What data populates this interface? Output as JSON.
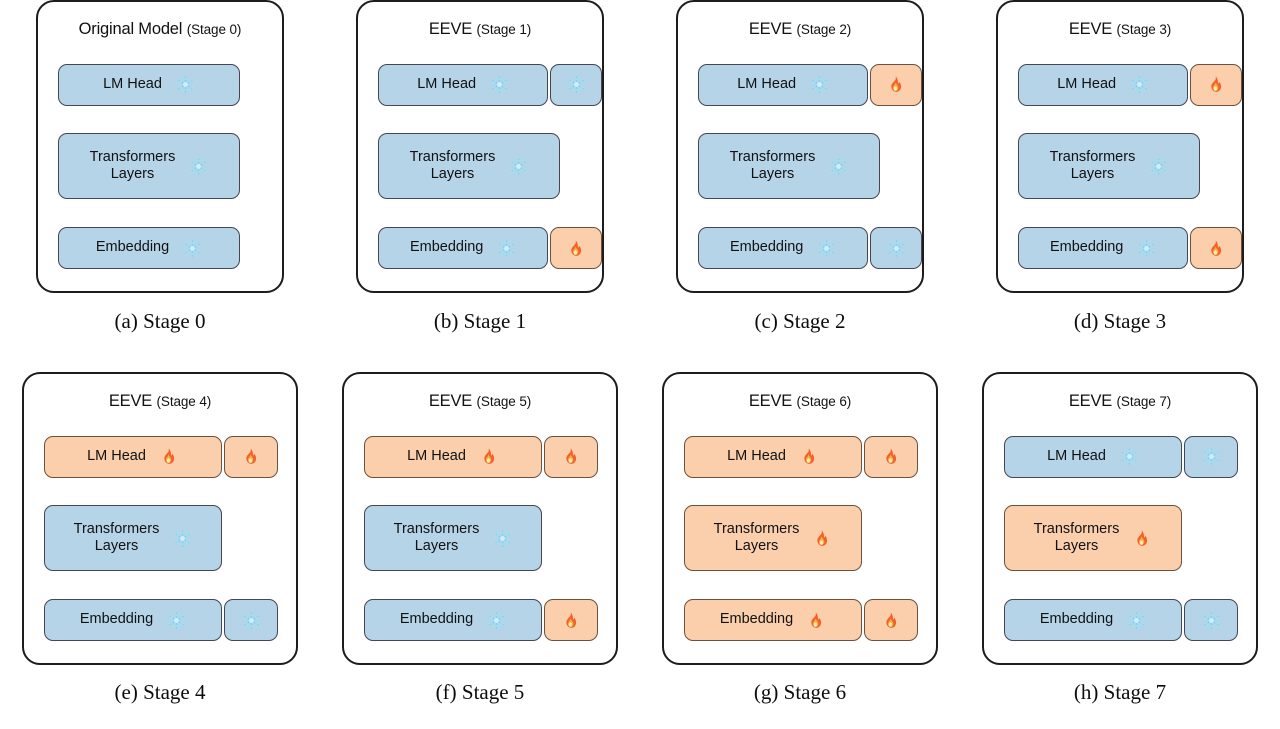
{
  "figure": {
    "title_suffix_format": "(Stage N)",
    "colors": {
      "frozen_fill": "#b6d4e8",
      "frozen_border": "#454553",
      "thawed_fill": "#fbcfab",
      "thawed_border": "#6b5140",
      "panel_border": "#1c1c1c",
      "background": "#ffffff",
      "text": "#111111"
    },
    "icon_names": {
      "frozen": "snowflake-icon",
      "thawed": "flame-icon"
    },
    "layer_labels": {
      "lm_head": "LM Head",
      "transformers_layers": "Transformers\nLayers",
      "embedding": "Embedding"
    },
    "panels": [
      {
        "id": "stage-0",
        "title_main": "Original Model",
        "title_sub": "(Stage 0)",
        "caption": "(a) Stage 0",
        "wide": false,
        "layers": [
          {
            "name": "lm-head",
            "label": "LM Head",
            "tall": false,
            "main": {
              "state": "frozen",
              "icon": "snowflake"
            },
            "side": null
          },
          {
            "name": "transformers-layers",
            "label": "Transformers\nLayers",
            "tall": true,
            "main": {
              "state": "frozen",
              "icon": "snowflake"
            },
            "side": null
          },
          {
            "name": "embedding",
            "label": "Embedding",
            "tall": false,
            "main": {
              "state": "frozen",
              "icon": "snowflake"
            },
            "side": null
          }
        ]
      },
      {
        "id": "stage-1",
        "title_main": "EEVE",
        "title_sub": "(Stage 1)",
        "caption": "(b) Stage 1",
        "wide": false,
        "layers": [
          {
            "name": "lm-head",
            "label": "LM Head",
            "tall": false,
            "main": {
              "state": "frozen",
              "icon": "snowflake"
            },
            "side": {
              "state": "frozen",
              "icon": "snowflake"
            }
          },
          {
            "name": "transformers-layers",
            "label": "Transformers\nLayers",
            "tall": true,
            "main": {
              "state": "frozen",
              "icon": "snowflake"
            },
            "side": null
          },
          {
            "name": "embedding",
            "label": "Embedding",
            "tall": false,
            "main": {
              "state": "frozen",
              "icon": "snowflake"
            },
            "side": {
              "state": "thawed",
              "icon": "flame"
            }
          }
        ]
      },
      {
        "id": "stage-2",
        "title_main": "EEVE",
        "title_sub": "(Stage 2)",
        "caption": "(c) Stage 2",
        "wide": false,
        "layers": [
          {
            "name": "lm-head",
            "label": "LM Head",
            "tall": false,
            "main": {
              "state": "frozen",
              "icon": "snowflake"
            },
            "side": {
              "state": "thawed",
              "icon": "flame"
            }
          },
          {
            "name": "transformers-layers",
            "label": "Transformers\nLayers",
            "tall": true,
            "main": {
              "state": "frozen",
              "icon": "snowflake"
            },
            "side": null
          },
          {
            "name": "embedding",
            "label": "Embedding",
            "tall": false,
            "main": {
              "state": "frozen",
              "icon": "snowflake"
            },
            "side": {
              "state": "frozen",
              "icon": "snowflake"
            }
          }
        ]
      },
      {
        "id": "stage-3",
        "title_main": "EEVE",
        "title_sub": "(Stage 3)",
        "caption": "(d) Stage 3",
        "wide": false,
        "layers": [
          {
            "name": "lm-head",
            "label": "LM Head",
            "tall": false,
            "main": {
              "state": "frozen",
              "icon": "snowflake"
            },
            "side": {
              "state": "thawed",
              "icon": "flame"
            }
          },
          {
            "name": "transformers-layers",
            "label": "Transformers\nLayers",
            "tall": true,
            "main": {
              "state": "frozen",
              "icon": "snowflake"
            },
            "side": null
          },
          {
            "name": "embedding",
            "label": "Embedding",
            "tall": false,
            "main": {
              "state": "frozen",
              "icon": "snowflake"
            },
            "side": {
              "state": "thawed",
              "icon": "flame"
            }
          }
        ]
      },
      {
        "id": "stage-4",
        "title_main": "EEVE",
        "title_sub": "(Stage 4)",
        "caption": "(e) Stage 4",
        "wide": true,
        "layers": [
          {
            "name": "lm-head",
            "label": "LM Head",
            "tall": false,
            "main": {
              "state": "thawed",
              "icon": "flame"
            },
            "side": {
              "state": "thawed",
              "icon": "flame"
            }
          },
          {
            "name": "transformers-layers",
            "label": "Transformers\nLayers",
            "tall": true,
            "main": {
              "state": "frozen",
              "icon": "snowflake"
            },
            "side": null
          },
          {
            "name": "embedding",
            "label": "Embedding",
            "tall": false,
            "main": {
              "state": "frozen",
              "icon": "snowflake"
            },
            "side": {
              "state": "frozen",
              "icon": "snowflake"
            }
          }
        ]
      },
      {
        "id": "stage-5",
        "title_main": "EEVE",
        "title_sub": "(Stage 5)",
        "caption": "(f) Stage 5",
        "wide": true,
        "layers": [
          {
            "name": "lm-head",
            "label": "LM Head",
            "tall": false,
            "main": {
              "state": "thawed",
              "icon": "flame"
            },
            "side": {
              "state": "thawed",
              "icon": "flame"
            }
          },
          {
            "name": "transformers-layers",
            "label": "Transformers\nLayers",
            "tall": true,
            "main": {
              "state": "frozen",
              "icon": "snowflake"
            },
            "side": null
          },
          {
            "name": "embedding",
            "label": "Embedding",
            "tall": false,
            "main": {
              "state": "frozen",
              "icon": "snowflake"
            },
            "side": {
              "state": "thawed",
              "icon": "flame"
            }
          }
        ]
      },
      {
        "id": "stage-6",
        "title_main": "EEVE",
        "title_sub": "(Stage 6)",
        "caption": "(g) Stage 6",
        "wide": true,
        "layers": [
          {
            "name": "lm-head",
            "label": "LM Head",
            "tall": false,
            "main": {
              "state": "thawed",
              "icon": "flame"
            },
            "side": {
              "state": "thawed",
              "icon": "flame"
            }
          },
          {
            "name": "transformers-layers",
            "label": "Transformers\nLayers",
            "tall": true,
            "main": {
              "state": "thawed",
              "icon": "flame"
            },
            "side": null
          },
          {
            "name": "embedding",
            "label": "Embedding",
            "tall": false,
            "main": {
              "state": "thawed",
              "icon": "flame"
            },
            "side": {
              "state": "thawed",
              "icon": "flame"
            }
          }
        ]
      },
      {
        "id": "stage-7",
        "title_main": "EEVE",
        "title_sub": "(Stage 7)",
        "caption": "(h) Stage 7",
        "wide": true,
        "layers": [
          {
            "name": "lm-head",
            "label": "LM Head",
            "tall": false,
            "main": {
              "state": "frozen",
              "icon": "snowflake"
            },
            "side": {
              "state": "frozen",
              "icon": "snowflake"
            }
          },
          {
            "name": "transformers-layers",
            "label": "Transformers\nLayers",
            "tall": true,
            "main": {
              "state": "thawed",
              "icon": "flame"
            },
            "side": null
          },
          {
            "name": "embedding",
            "label": "Embedding",
            "tall": false,
            "main": {
              "state": "frozen",
              "icon": "snowflake"
            },
            "side": {
              "state": "frozen",
              "icon": "snowflake"
            }
          }
        ]
      }
    ]
  }
}
